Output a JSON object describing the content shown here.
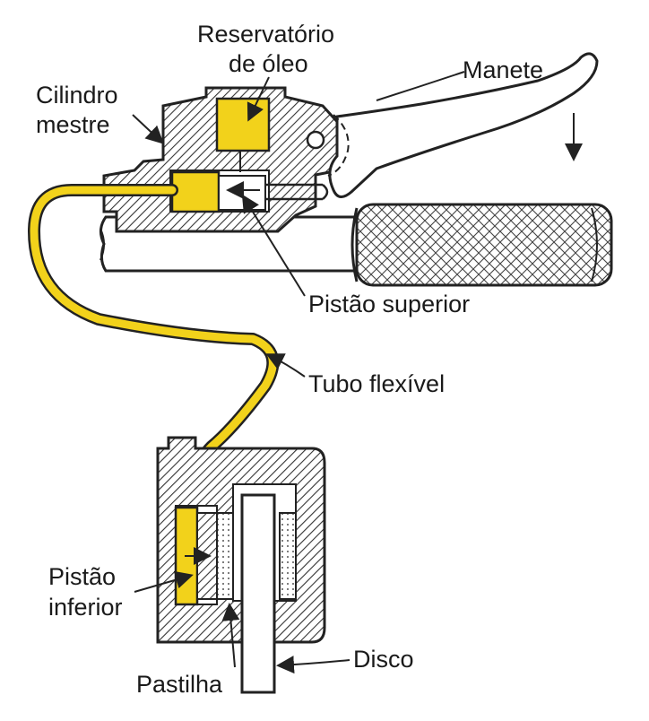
{
  "labels": {
    "reservatorio_line1": "Reservatório",
    "reservatorio_line2": "de óleo",
    "manete": "Manete",
    "cilindro_line1": "Cilindro",
    "cilindro_line2": "mestre",
    "pistao_superior": "Pistão superior",
    "tubo_flexivel": "Tubo flexível",
    "pistao_inferior_line1": "Pistão",
    "pistao_inferior_line2": "inferior",
    "disco": "Disco",
    "pastilha": "Pastilha"
  },
  "colors": {
    "fluid_yellow": "#f2d21b",
    "outline": "#222222",
    "hatch": "#333333",
    "body_fill": "#ffffff"
  }
}
